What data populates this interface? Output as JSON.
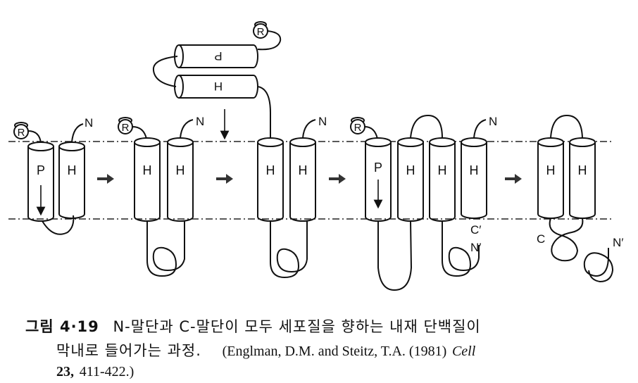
{
  "diagram": {
    "helix_labels": {
      "p": "P",
      "h": "H",
      "p_flipped": "P",
      "h_flipped": "H"
    },
    "terminal_labels": {
      "n": "N",
      "c_prime": "C′",
      "n_prime": "N′",
      "c": "C"
    },
    "ribosome_label": "R",
    "stages": 5
  },
  "caption": {
    "figure_number": "그림 4·19",
    "title_line1": "N-말단과 C-말단이 모두 세포질을 향하는 내재 단백질이",
    "title_line2": "막내로 들어가는 과정.",
    "citation_authors": "(Englman, D.M. and Steitz, T.A. (1981)",
    "citation_journal": "Cell",
    "citation_volume": "23,",
    "citation_pages": "411-422.)"
  }
}
